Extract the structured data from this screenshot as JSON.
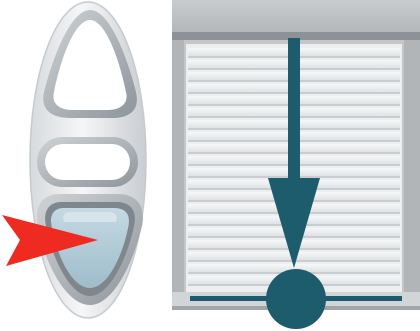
{
  "remote": {
    "buttons": [
      {
        "name": "up",
        "state": "idle"
      },
      {
        "name": "stop",
        "state": "idle"
      },
      {
        "name": "down",
        "state": "pressed"
      }
    ],
    "pointer_icon": "red-arrow-pointing-at-down-button"
  },
  "shutter": {
    "motion": "closing-down",
    "indicator_icon": "down-arrow-icon",
    "limit_marker_icon": "end-position-dot-icon"
  },
  "colors": {
    "indicator": "#1c5c6c",
    "pointer": "#ef2a20",
    "remote_body": "#e8eaec",
    "remote_rim": "#9ea4a9",
    "pressed_button": "#a8c4d2",
    "shutter_frame": "#a7abae",
    "slats": "#e9ebec"
  }
}
